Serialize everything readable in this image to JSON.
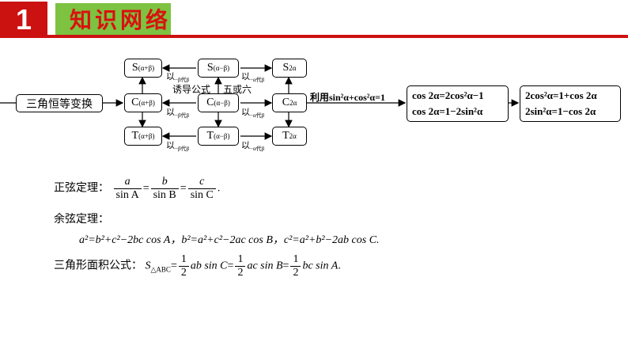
{
  "header": {
    "number": "1",
    "title": "知识网络"
  },
  "diagram": {
    "root": "三角恒等变换",
    "nodes": {
      "s_plus": {
        "base": "S",
        "sub": "(α+β)"
      },
      "s_minus": {
        "base": "S",
        "sub": "(α−β)"
      },
      "s_double": {
        "base": "S",
        "sub": "2α"
      },
      "c_plus": {
        "base": "C",
        "sub": "(α+β)"
      },
      "c_minus": {
        "base": "C",
        "sub": "(α−β)"
      },
      "c_double": {
        "base": "C",
        "sub": "2α"
      },
      "t_plus": {
        "base": "T",
        "sub": "(α+β)"
      },
      "t_minus": {
        "base": "T",
        "sub": "(α−β)"
      },
      "t_double": {
        "base": "T",
        "sub": "2α"
      }
    },
    "edge_label_neg_beta": {
      "prefix": "以",
      "sub": "−β代β"
    },
    "edge_label_neg_alpha": {
      "prefix": "以",
      "sub": "−α代β"
    },
    "induction_label": "诱导公式",
    "five_or_six_label": "五或六",
    "identity_label": "利用sin²α+cos²α=1",
    "cos2a_box": [
      "cos 2α=2cos²α−1",
      "cos 2α=1−2sin²α"
    ],
    "power_box": [
      "2cos²α=1+cos 2α",
      "2sin²α=1−cos 2α"
    ]
  },
  "laws": {
    "sine_label": "正弦定理：",
    "sine": {
      "f1_num": "a",
      "f1_den": "sin A",
      "f2_num": "b",
      "f2_den": "sin B",
      "f3_num": "c",
      "f3_den": "sin C",
      "eq": "=",
      "end": "."
    },
    "cosine_label": "余弦定理：",
    "cosine_line": "a²=b²+c²−2bc cos A，b²=a²+c²−2ac cos B，c²=a²+b²−2ab cos C.",
    "area_label": "三角形面积公式：",
    "area": {
      "lhs": "S",
      "lhs_sub": "△ABC",
      "eq": "=",
      "half_num": "1",
      "half_den": "2",
      "t1": "ab sin C",
      "t2": "ac sin B",
      "t3": "bc sin A",
      "end": "."
    }
  }
}
